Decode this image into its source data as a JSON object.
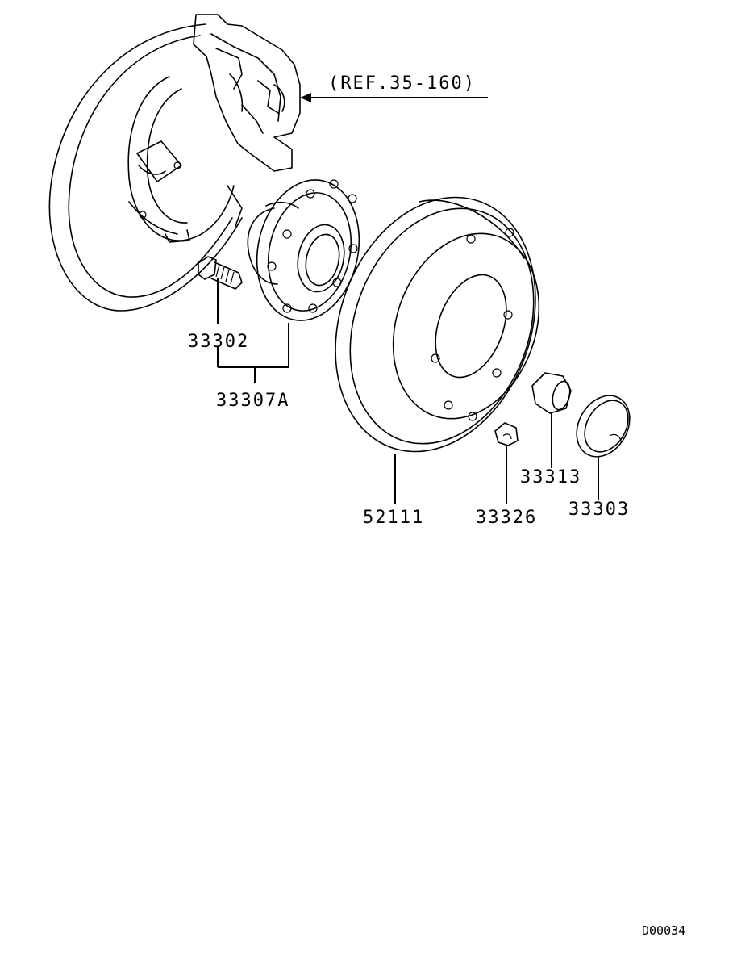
{
  "reference": "(REF.35-160)",
  "diagram_code": "D00034",
  "callouts": {
    "stud_bolt": "33302",
    "hub_assembly": "33307A",
    "brake_disc": "52111",
    "screw": "33326",
    "hub_nut": "33313",
    "hub_cap": "33303"
  }
}
